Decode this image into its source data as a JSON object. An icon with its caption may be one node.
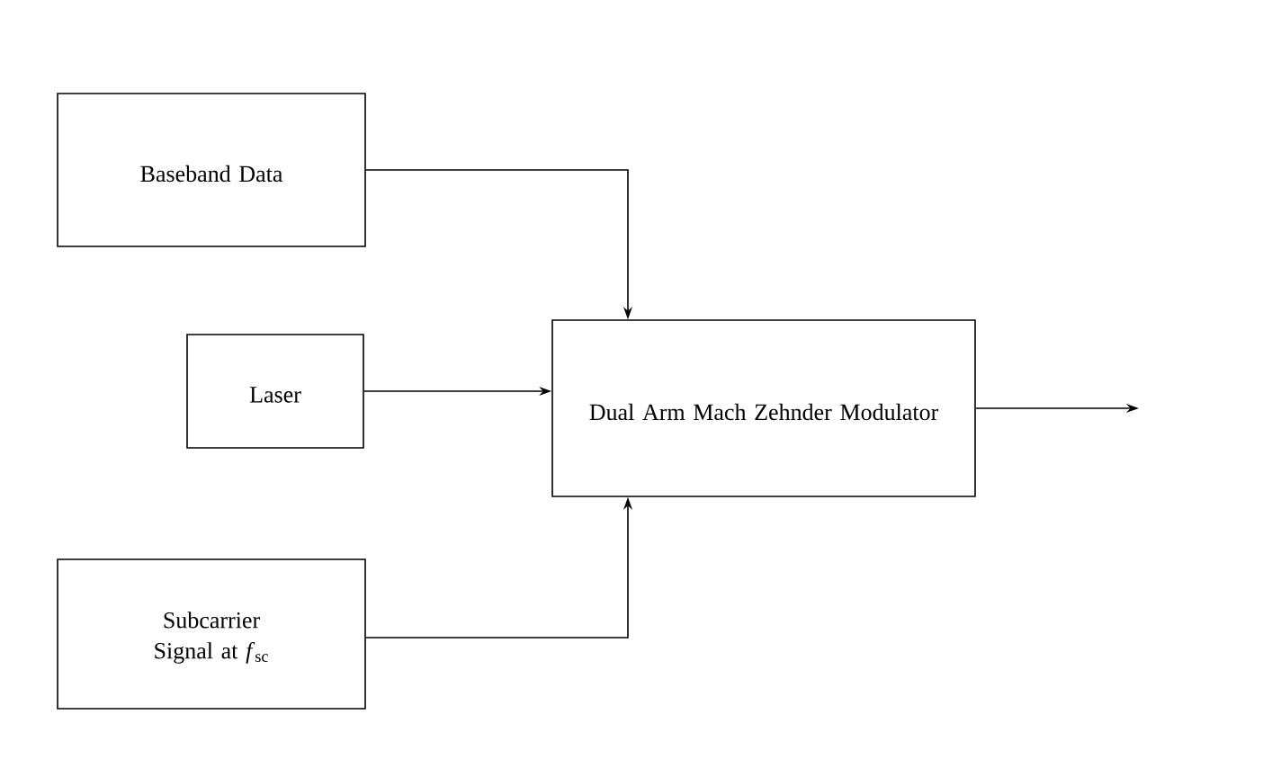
{
  "diagram": {
    "nodes": [
      {
        "text": [
          "Baseband Data"
        ]
      },
      {
        "text": [
          "Laser"
        ]
      },
      {
        "text": [
          "Dual Arm Mach Zehnder Modulator"
        ]
      },
      {
        "text": [
          "Subcarrier Signal at *f*$_{sc}$"
        ]
      }
    ],
    "edges": [
      {
        "from": 0,
        "to": 2,
        "arrow": "to"
      },
      {
        "from": 1,
        "to": 2,
        "arrow": "to"
      },
      {
        "from": 3,
        "to": 2,
        "arrow": "to"
      },
      {
        "from": 2,
        "to": null,
        "arrow": "to"
      }
    ]
  }
}
